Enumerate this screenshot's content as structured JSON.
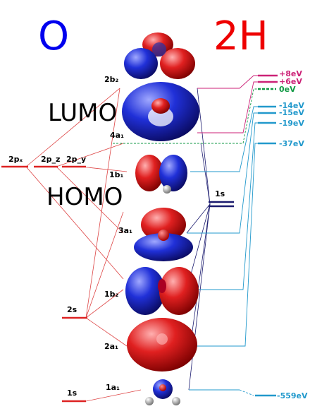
{
  "atoms": {
    "left": "O",
    "right": "2H"
  },
  "frontier": {
    "lumo": "LUMO",
    "homo": "HOMO"
  },
  "oxygen_levels": [
    "2pₓ",
    "2p_z",
    "2p_y",
    "2s",
    "1s"
  ],
  "hydrogen_level": "1s",
  "mo_labels": [
    "2b₂",
    "4a₁",
    "1b₁",
    "3a₁",
    "1b₂",
    "2a₁",
    "1a₁"
  ],
  "energies": [
    {
      "text": "+8eV",
      "color": "#cc2277"
    },
    {
      "text": "+6eV",
      "color": "#cc2277"
    },
    {
      "text": "0eV",
      "color": "#119944"
    },
    {
      "text": "-14eV",
      "color": "#2299cc"
    },
    {
      "text": "-15eV",
      "color": "#2299cc"
    },
    {
      "text": "-19eV",
      "color": "#2299cc"
    },
    {
      "text": "-37eV",
      "color": "#2299cc"
    },
    {
      "text": "-559eV",
      "color": "#2299cc"
    }
  ],
  "colors": {
    "oxygen": "#0000ee",
    "hydrogen": "#ee0000",
    "orbital_positive": "#dd2222",
    "orbital_negative": "#2233cc",
    "oxygen_lines": "#dd4444",
    "hydrogen_lines": "#1a1a6e"
  }
}
